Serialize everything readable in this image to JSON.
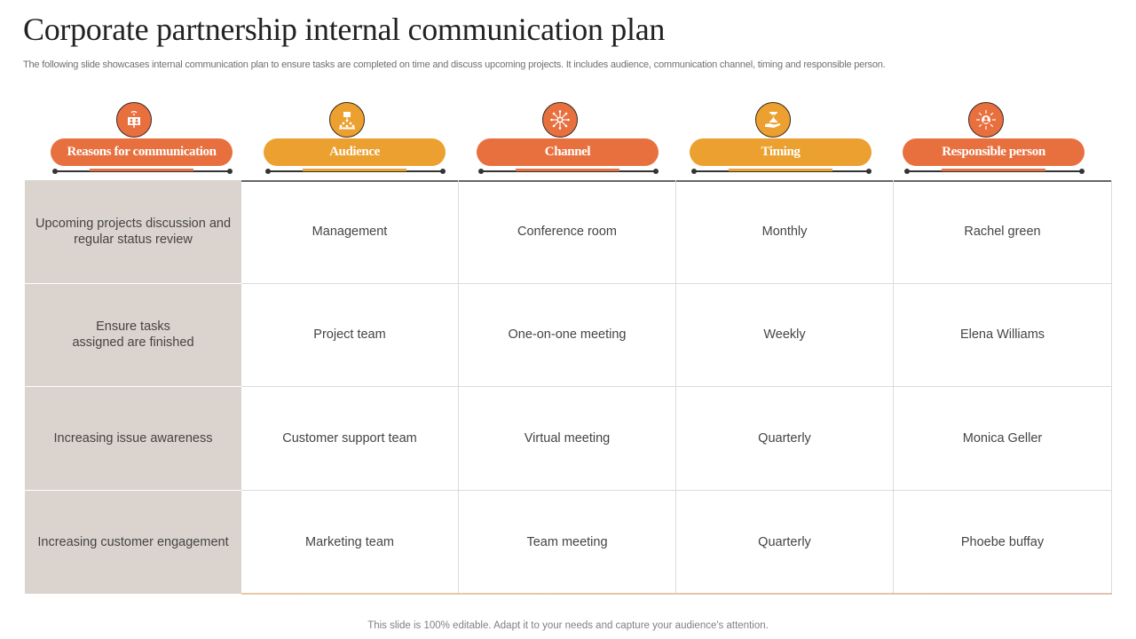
{
  "header": {
    "title": "Corporate partnership internal communication plan",
    "subtitle": "The following slide showcases internal communication plan to ensure tasks are completed on time and discuss upcoming projects. It includes audience, communication channel, timing and responsible person."
  },
  "colors": {
    "orange": "#e8703f",
    "amber": "#eba02f",
    "first_col_bg": "#dbd3cd"
  },
  "columns": [
    {
      "label": "Reasons for communication",
      "icon": "communication-screen-icon",
      "color": "#e8703f"
    },
    {
      "label": "Audience",
      "icon": "audience-hierarchy-icon",
      "color": "#eba02f"
    },
    {
      "label": "Channel",
      "icon": "network-hub-icon",
      "color": "#e8703f"
    },
    {
      "label": "Timing",
      "icon": "hourglass-hand-icon",
      "color": "#eba02f"
    },
    {
      "label": "Responsible person",
      "icon": "person-sun-icon",
      "color": "#e8703f"
    }
  ],
  "rows": [
    {
      "reason": "Upcoming projects discussion and regular status review",
      "audience": "Management",
      "channel": "Conference room",
      "timing": "Monthly",
      "person": "Rachel green"
    },
    {
      "reason": "Ensure tasks assigned are finished",
      "audience": "Project team",
      "channel": "One-on-one meeting",
      "timing": "Weekly",
      "person": "Elena Williams"
    },
    {
      "reason": "Increasing issue awareness",
      "audience": "Customer support team",
      "channel": "Virtual meeting",
      "timing": "Quarterly",
      "person": "Monica Geller"
    },
    {
      "reason": "Increasing customer engagement",
      "audience": "Marketing team",
      "channel": "Team meeting",
      "timing": "Quarterly",
      "person": "Phoebe buffay"
    }
  ],
  "footer": {
    "text": "This slide is 100% editable. Adapt it to your needs and capture your audience's attention."
  }
}
